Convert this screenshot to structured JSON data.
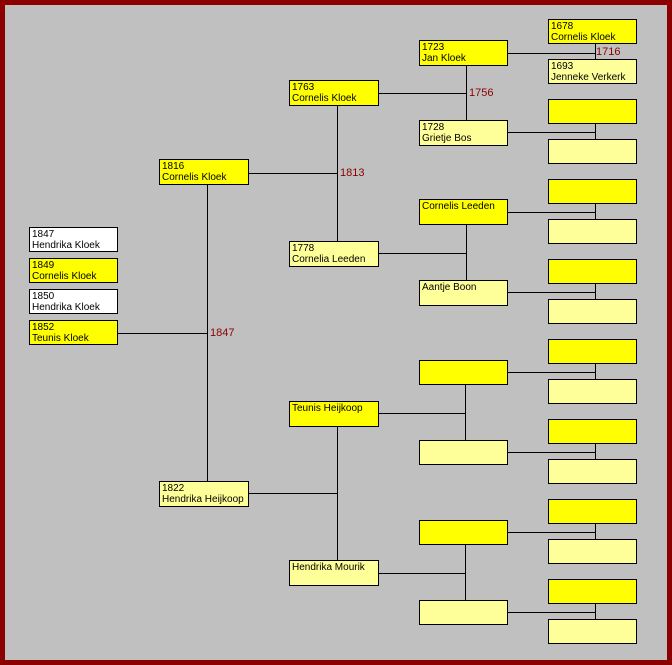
{
  "children": [
    {
      "year": "1847",
      "name": "Hendrika Kloek"
    },
    {
      "year": "1849",
      "name": "Cornelis Kloek"
    },
    {
      "year": "1850",
      "name": "Hendrika Kloek"
    },
    {
      "year": "1852",
      "name": "Teunis Kloek"
    }
  ],
  "persons": {
    "father": {
      "year": "1816",
      "name": "Cornelis Kloek"
    },
    "mother": {
      "year": "1822",
      "name": "Hendrika Heijkoop"
    },
    "ff": {
      "year": "1763",
      "name": "Cornelis Kloek"
    },
    "fm": {
      "year": "1778",
      "name": "Cornelia Leeden"
    },
    "mf": {
      "year": "",
      "name": "Teunis Heijkoop"
    },
    "mm": {
      "year": "",
      "name": "Hendrika Mourik"
    },
    "fff": {
      "year": "1723",
      "name": "Jan Kloek"
    },
    "ffm": {
      "year": "1728",
      "name": "Grietje Bos"
    },
    "fmf": {
      "year": "",
      "name": "Cornelis Leeden"
    },
    "fmm": {
      "year": "",
      "name": "Aantje Boon"
    },
    "ffff": {
      "year": "1678",
      "name": "Cornelis Kloek"
    },
    "fffm": {
      "year": "1693",
      "name": "Jenneke Verkerk"
    }
  },
  "marriages": {
    "parents": "1847",
    "ff_fm": "1813",
    "fff_ffm": "1756",
    "ffff_fffm": "1716"
  },
  "colors": {
    "frame": "#8b0000",
    "background": "#c0c0c0",
    "male": "#ffff00",
    "female": "#ffff99",
    "selected": "#ffffff",
    "marriage_year": "#8b0000"
  }
}
